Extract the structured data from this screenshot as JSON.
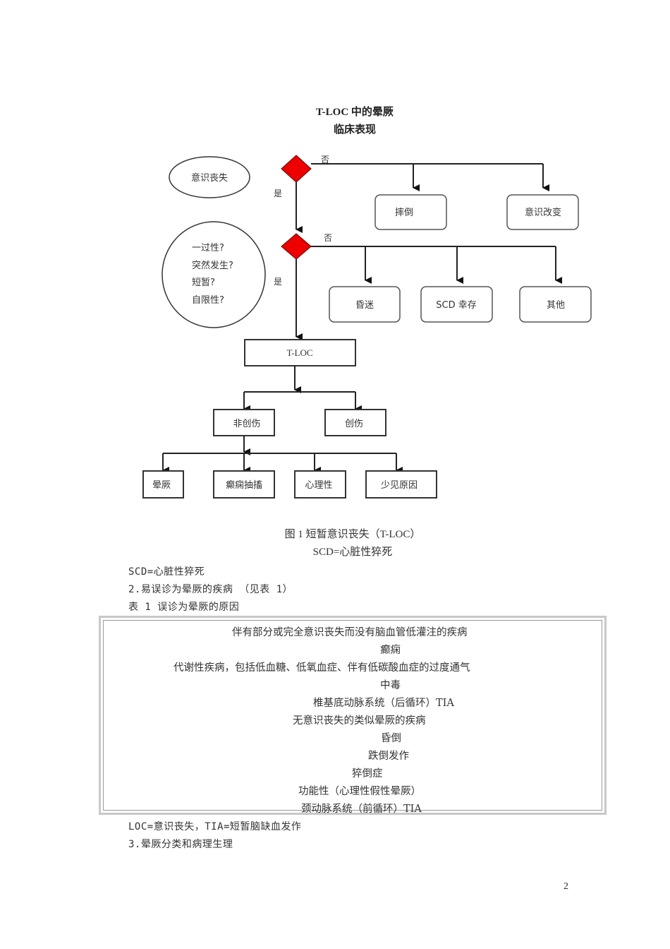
{
  "figure": {
    "title_line1": "T-LOC 中的晕厥",
    "title_line2": "临床表现",
    "colors": {
      "decision": "#ee0000",
      "line": "#222222",
      "box_border": "#444444"
    },
    "nodes": {
      "loss_of_consciousness": "意识丧失",
      "criteria": [
        "一过性?",
        "突然发生?",
        "短暂?",
        "自限性?"
      ],
      "decision1_no": "否",
      "decision1_yes": "是",
      "decision2_no": "否",
      "decision2_yes": "是",
      "fall": "摔倒",
      "altered_consciousness": "意识改变",
      "coma": "昏迷",
      "scd_survival": "SCD 幸存",
      "other": "其他",
      "tloc": "T-LOC",
      "non_trauma": "非创伤",
      "trauma": "创伤",
      "syncope": "晕厥",
      "epileptic_seizure": "癫痫抽搐",
      "psychogenic": "心理性",
      "rare_causes": "少见原因"
    },
    "caption_line1": "图 1  短暂意识丧失（T-LOC）",
    "caption_line2": "SCD=心脏性猝死"
  },
  "text": {
    "scd_note": "SCD=心脏性猝死",
    "section2": "2.易误诊为晕厥的疾病  （见表 1）",
    "table_title": "表 1  误诊为晕厥的原因",
    "abbrev_note": "LOC=意识丧失，TIA=短暂脑缺血发作",
    "section3": "3.晕厥分类和病理生理"
  },
  "table": {
    "rows": [
      "伴有部分或完全意识丧失而没有脑血管低灌注的疾病",
      "癫痫",
      "代谢性疾病，包括低血糖、低氧血症、伴有低碳酸血症的过度通气",
      "中毒",
      "椎基底动脉系统（后循环）TIA",
      "无意识丧失的类似晕厥的疾病",
      "昏倒",
      "跌倒发作",
      "猝倒症",
      "功能性（心理性假性晕厥）",
      "颈动脉系统（前循环）TIA"
    ]
  },
  "page_number": "2"
}
